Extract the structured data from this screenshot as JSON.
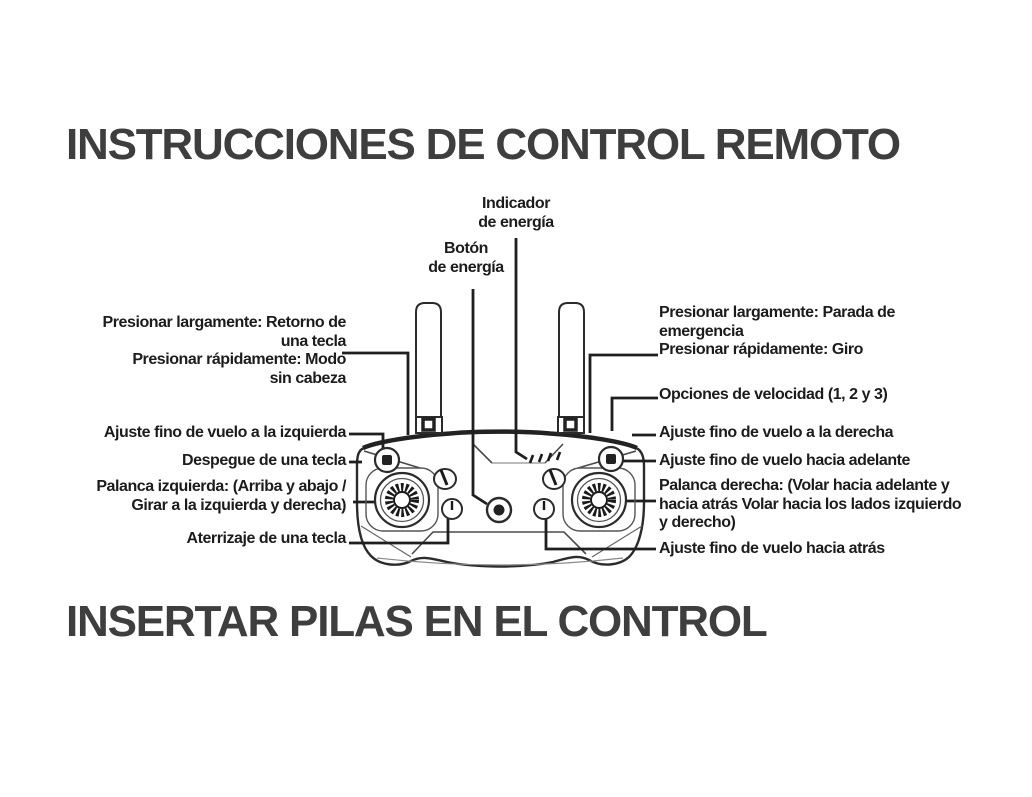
{
  "page": {
    "background": "#ffffff",
    "heading_color": "#3e3e3e",
    "label_color": "#1c1c1c",
    "line_color": "#222222",
    "headings": {
      "remote_instructions": "INSTRUCCIONES DE CONTROL REMOTO",
      "insert_batteries": "INSERTAR PILAS EN EL CONTROL"
    }
  },
  "diagram": {
    "top_labels": {
      "power_indicator": "Indicador\nde energía",
      "power_button": "Botón\nde energía"
    },
    "left_labels": {
      "one_key_return": "Presionar largamente: Retorno de\nuna tecla\nPresionar rápidamente: Modo\nsin cabeza",
      "left_trim": "Ajuste fino de vuelo a la izquierda",
      "one_key_takeoff": "Despegue de una tecla",
      "left_stick": "Palanca izquierda: (Arriba y abajo /\nGirar a la izquierda y derecha)",
      "one_key_landing": "Aterrizaje de una tecla"
    },
    "right_labels": {
      "emergency_stop": "Presionar largamente: Parada de\nemergencia\nPresionar rápidamente: Giro",
      "speed_options": "Opciones de velocidad (1, 2 y 3)",
      "right_trim": "Ajuste fino de vuelo a la derecha",
      "forward_trim": "Ajuste fino de vuelo hacia adelante",
      "right_stick": "Palanca derecha: (Volar hacia adelante y\nhacia atrás Volar hacia los lados izquierdo\ny derecho)",
      "backward_trim": "Ajuste fino de vuelo hacia atrás"
    }
  }
}
